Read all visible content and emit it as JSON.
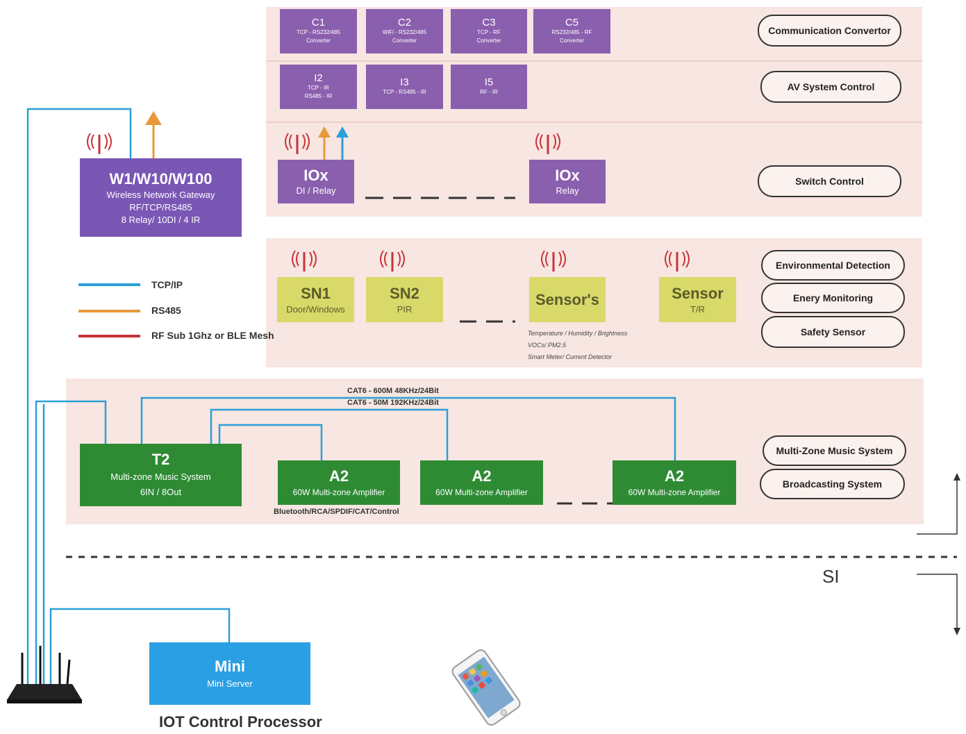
{
  "rows": {
    "comm": {
      "label": "Communication Convertor",
      "boxes": [
        {
          "title": "C1",
          "sub1": "TCP - RS232/485",
          "sub2": "Converter"
        },
        {
          "title": "C2",
          "sub1": "WiFi - RS232/485",
          "sub2": "Converter"
        },
        {
          "title": "C3",
          "sub1": "TCP - RF",
          "sub2": "Converter"
        },
        {
          "title": "C5",
          "sub1": "RS232/485 - RF",
          "sub2": "Converter"
        }
      ]
    },
    "av": {
      "label": "AV System Control",
      "boxes": [
        {
          "title": "I2",
          "sub1": "TCP - IR",
          "sub2": "RS485 - IR"
        },
        {
          "title": "I3",
          "sub1": "TCP - RS485 - IR",
          "sub2": ""
        },
        {
          "title": "I5",
          "sub1": "RF - IR",
          "sub2": ""
        }
      ]
    },
    "switch": {
      "label": "Switch Control",
      "boxes": [
        {
          "title": "IOx",
          "sub": "DI / Relay"
        },
        {
          "title": "IOx",
          "sub": "Relay"
        }
      ]
    },
    "sensors": {
      "labels": [
        "Environmental Detection",
        "Enery Monitoring",
        "Safety Sensor"
      ],
      "boxes": [
        {
          "title": "SN1",
          "sub": "Door/Windows"
        },
        {
          "title": "SN2",
          "sub": "PIR"
        },
        {
          "title": "Sensor's",
          "sub": ""
        },
        {
          "title": "Sensor",
          "sub": "T/R"
        }
      ],
      "notes": [
        "Temperature / Humidity / Brightness",
        "VOCs/ PM2.5",
        "Smart Meter/ Current Detector"
      ]
    },
    "music": {
      "labels": [
        "Multi-Zone Music System",
        "Broadcasting System"
      ],
      "t2": {
        "title": "T2",
        "sub1": "Multi-zone Music System",
        "sub2": "6IN / 8Out"
      },
      "amp_title": "A2",
      "amp_sub": "60W Multi-zone Amplifier",
      "cable1": "CAT6 - 600M 48KHz/24Bit",
      "cable2": "CAT6 - 50M 192KHz/24Bit",
      "bluetooth": "Bluetooth/RCA/SPDIF/CAT/Control"
    }
  },
  "gateway": {
    "title": "W1/W10/W100",
    "sub1": "Wireless Network Gateway",
    "sub2": "RF/TCP/RS485",
    "sub3": "8 Relay/ 10DI / 4 IR"
  },
  "legend": [
    {
      "label": "TCP/IP",
      "color": "#2b9fd8"
    },
    {
      "label": "RS485",
      "color": "#e79a3a"
    },
    {
      "label": "RF Sub 1Ghz or BLE Mesh",
      "color": "#c8333a"
    }
  ],
  "mini": {
    "title": "Mini",
    "sub": "Mini Server"
  },
  "iot_label": "IOT Control Processor",
  "si_label": "SI"
}
